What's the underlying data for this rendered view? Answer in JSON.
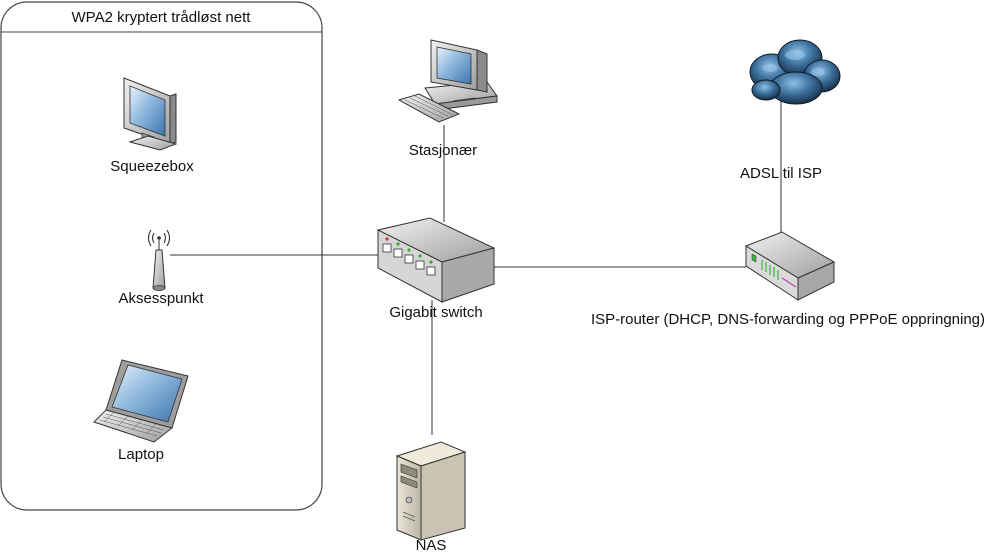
{
  "wireless_zone": {
    "title": "WPA2 kryptert trådløst nett"
  },
  "nodes": {
    "squeezebox": {
      "label": "Squeezebox",
      "icon": "monitor-icon"
    },
    "access_point": {
      "label": "Aksesspunkt",
      "icon": "wireless-access-point-icon"
    },
    "laptop": {
      "label": "Laptop",
      "icon": "laptop-icon"
    },
    "desktop": {
      "label": "Stasjonær",
      "icon": "desktop-computer-icon"
    },
    "switch": {
      "label": "Gigabit switch",
      "icon": "network-switch-icon"
    },
    "nas": {
      "label": "NAS",
      "icon": "server-tower-icon"
    },
    "internet": {
      "label": "ADSL til ISP",
      "icon": "cloud-icon"
    },
    "router": {
      "label": "ISP-router (DHCP, DNS-forwarding og PPPoE oppringning)",
      "icon": "router-icon"
    }
  },
  "colors": {
    "line": "#333333",
    "device_gray": "#b9b9b9",
    "screen_blue": "#5a93c8",
    "cloud_dark": "#1e3550",
    "cloud_light": "#6aa3d0",
    "router_led_green": "#3cb043",
    "router_led_magenta": "#c040c0"
  }
}
